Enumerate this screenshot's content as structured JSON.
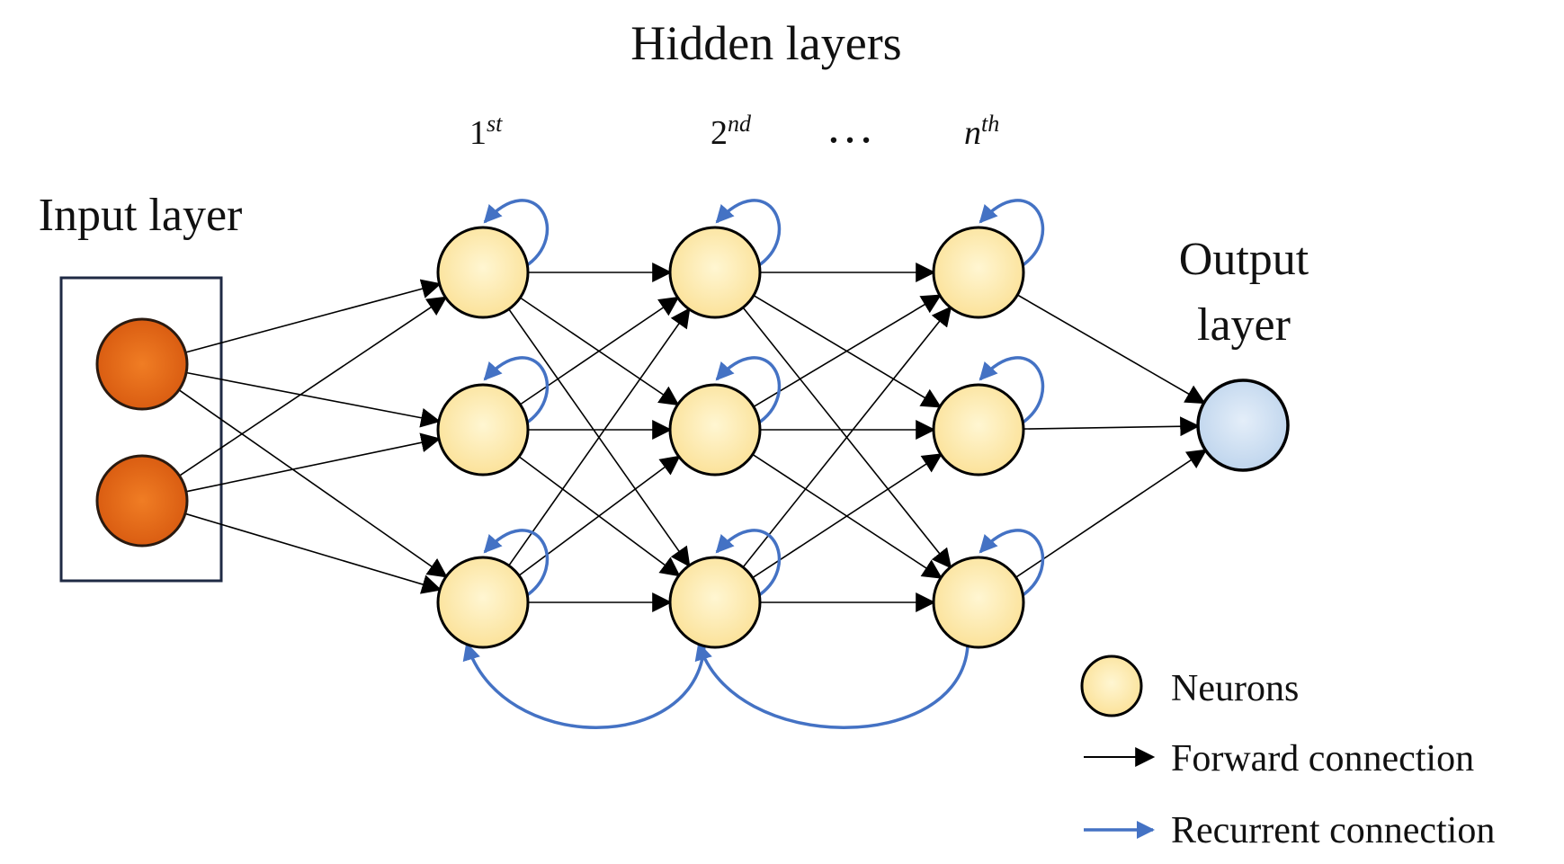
{
  "title": "Hidden layers",
  "input_label": "Input layer",
  "output_label_line1": "Output",
  "output_label_line2": "layer",
  "ordinals": [
    {
      "base": "1",
      "sup": "st",
      "italic_base": false
    },
    {
      "base": "2",
      "sup": "nd",
      "italic_base": false
    },
    {
      "base": "n",
      "sup": "th",
      "italic_base": true
    }
  ],
  "ellipsis": "…",
  "legend": {
    "neurons": "Neurons",
    "forward": "Forward connection",
    "recurrent": "Recurrent connection"
  },
  "colors": {
    "input_neuron": "#e8701f",
    "hidden_neuron": "#fde9a6",
    "output_neuron": "#cfe0f2",
    "forward": "#000000",
    "recurrent": "#4472c4",
    "box": "#1f2a44"
  }
}
